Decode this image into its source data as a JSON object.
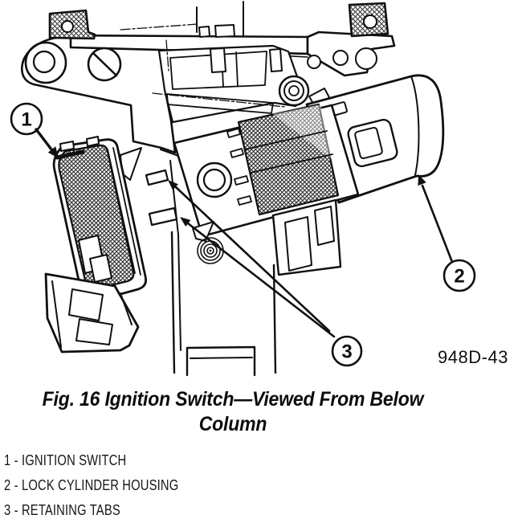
{
  "figure": {
    "code": "948D-43",
    "callouts": {
      "c1": "1",
      "c2": "2",
      "c3": "3"
    }
  },
  "caption": {
    "line1": "Fig. 16 Ignition Switch—Viewed From Below",
    "line2": "Column"
  },
  "legend": {
    "items": [
      "1 - IGNITION SWITCH",
      "2 - LOCK CYLINDER HOUSING",
      "3 - RETAINING TABS"
    ]
  }
}
